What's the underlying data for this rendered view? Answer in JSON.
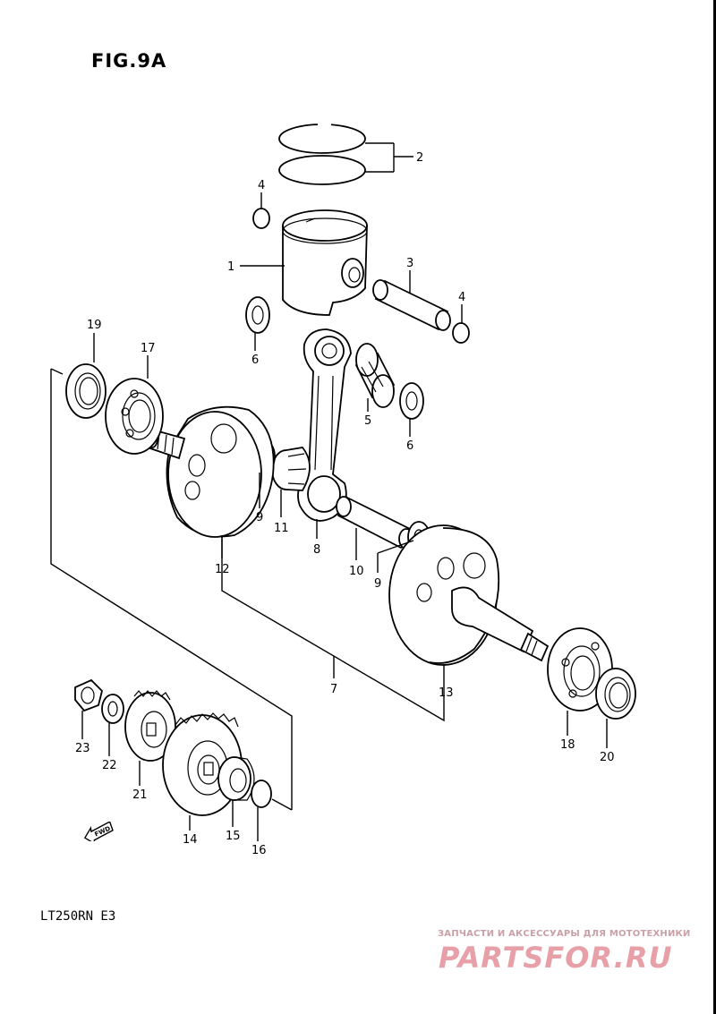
{
  "figure": {
    "title": "FIG.9A",
    "model": "LT250RN  E3"
  },
  "watermark": {
    "tagline": "ЗАПЧАСТИ И АКСЕССУАРЫ ДЛЯ МОТОТЕХНИКИ",
    "logo": "PARTSFOR.RU",
    "color": "#e8a0a8"
  },
  "fwd": {
    "label": "FWD"
  },
  "callouts": {
    "c1": "1",
    "c2": "2",
    "c3": "3",
    "c4a": "4",
    "c4b": "4",
    "c5": "5",
    "c6a": "6",
    "c6b": "6",
    "c7": "7",
    "c8": "8",
    "c9a": "9",
    "c9b": "9",
    "c10": "10",
    "c11": "11",
    "c12": "12",
    "c13": "13",
    "c14": "14",
    "c15": "15",
    "c16": "16",
    "c17": "17",
    "c18": "18",
    "c19": "19",
    "c20": "20",
    "c21": "21",
    "c22": "22",
    "c23": "23"
  }
}
